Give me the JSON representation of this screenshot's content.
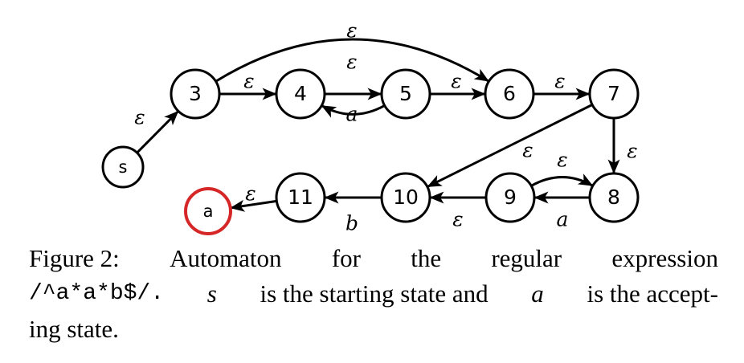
{
  "diagram": {
    "nodes": [
      {
        "id": "s",
        "label": "s"
      },
      {
        "id": "3",
        "label": "3"
      },
      {
        "id": "4",
        "label": "4"
      },
      {
        "id": "5",
        "label": "5"
      },
      {
        "id": "6",
        "label": "6"
      },
      {
        "id": "7",
        "label": "7"
      },
      {
        "id": "8",
        "label": "8"
      },
      {
        "id": "9",
        "label": "9"
      },
      {
        "id": "10",
        "label": "10"
      },
      {
        "id": "11",
        "label": "11"
      },
      {
        "id": "a",
        "label": "a",
        "accepting": true
      }
    ],
    "edges": [
      {
        "from": "s",
        "to": "3",
        "label": "ε"
      },
      {
        "from": "3",
        "to": "4",
        "label": "ε"
      },
      {
        "from": "3",
        "to": "6",
        "label": "ε"
      },
      {
        "from": "4",
        "to": "5",
        "label": "a"
      },
      {
        "from": "5",
        "to": "4",
        "label": "ε"
      },
      {
        "from": "5",
        "to": "6",
        "label": "ε"
      },
      {
        "from": "6",
        "to": "7",
        "label": "ε"
      },
      {
        "from": "7",
        "to": "8",
        "label": "ε"
      },
      {
        "from": "7",
        "to": "10",
        "label": "ε"
      },
      {
        "from": "8",
        "to": "9",
        "label": "a"
      },
      {
        "from": "9",
        "to": "8",
        "label": "ε"
      },
      {
        "from": "9",
        "to": "10",
        "label": "ε"
      },
      {
        "from": "10",
        "to": "11",
        "label": "b"
      },
      {
        "from": "11",
        "to": "a",
        "label": "ε"
      }
    ],
    "colors": {
      "accepting_outline": "#d62728",
      "stroke": "#000000"
    }
  },
  "caption": {
    "label": "Figure 2:",
    "text1": "Automaton",
    "text2": "for",
    "text3": "the",
    "text4": "regular",
    "text5": "expression",
    "regex": "/^a*a*b$/.",
    "s_var": "s",
    "mid": "is the starting state and",
    "a_var": "a",
    "end": "is the accept-",
    "line3": "ing state."
  }
}
